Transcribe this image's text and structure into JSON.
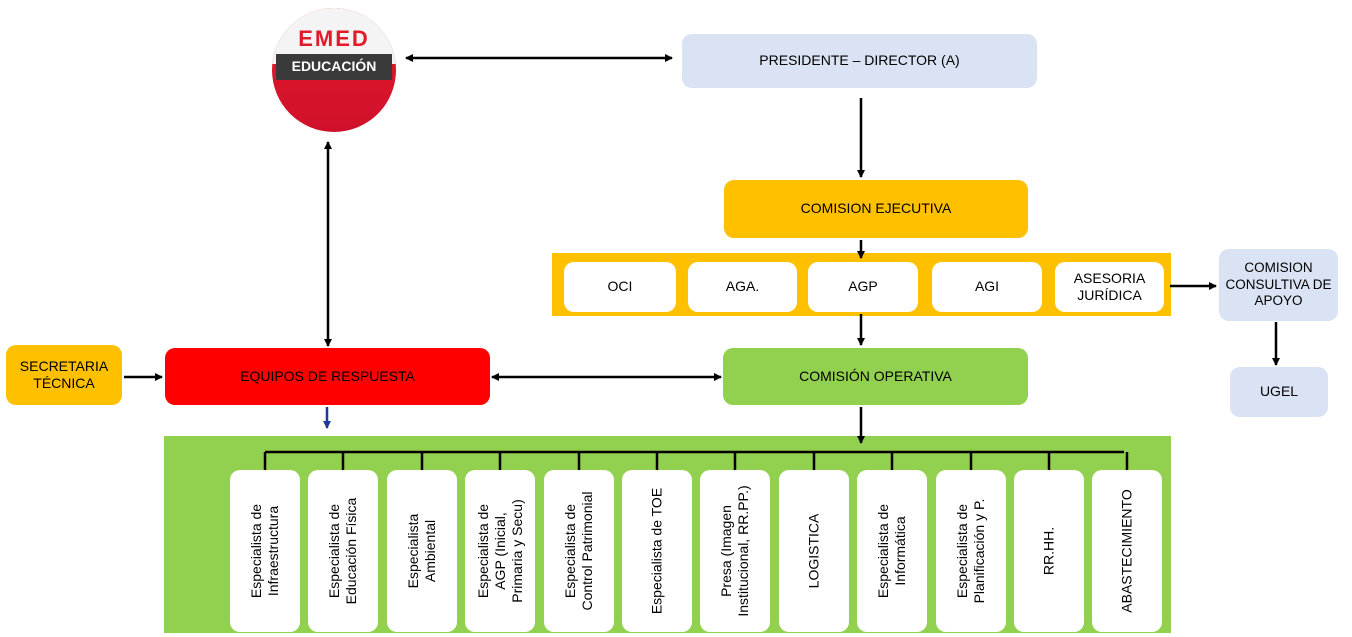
{
  "colors": {
    "light_blue": "#dae3f3",
    "gold": "#ffc000",
    "green": "#92d050",
    "red": "#ff0000",
    "white": "#ffffff",
    "black": "#000000",
    "navy_arrow": "#1f3a93"
  },
  "logo": {
    "brand": "EMED",
    "subtitle": "EDUCACIÓN"
  },
  "nodes": {
    "presidente": "PRESIDENTE – DIRECTOR (A)",
    "comision_ejecutiva": "COMISION EJECUTIVA",
    "oci": "OCI",
    "aga": "AGA.",
    "agp": "AGP",
    "agi": "AGI",
    "asesoria": "ASESORIA\nJURÍDICA",
    "comision_consultiva": "COMISION\nCONSULTIVA DE\nAPOYO",
    "ugel": "UGEL",
    "secretaria": "SECRETARIA\nTÉCNICA",
    "equipos": "EQUIPOS DE RESPUESTA",
    "comision_operativa": "COMISIÓN OPERATIVA"
  },
  "specialists": [
    "Especialista de\nInfraestructura",
    "Especialista de\nEducación Física",
    "Especialista\nAmbiental",
    "Especialista de\nAGP (Inicial,\nPrimaria y Secu)",
    "Especialista de\nControl Patrimonial",
    "Especialista de TOE",
    "Presa (Imagen\nInstitucional, RR.PP.)",
    "LOGISTICA",
    "Especialista de\nInformática",
    "Especialista de\nPlanificación y P.",
    "RR.HH.",
    "ABASTECIMIENTO"
  ]
}
